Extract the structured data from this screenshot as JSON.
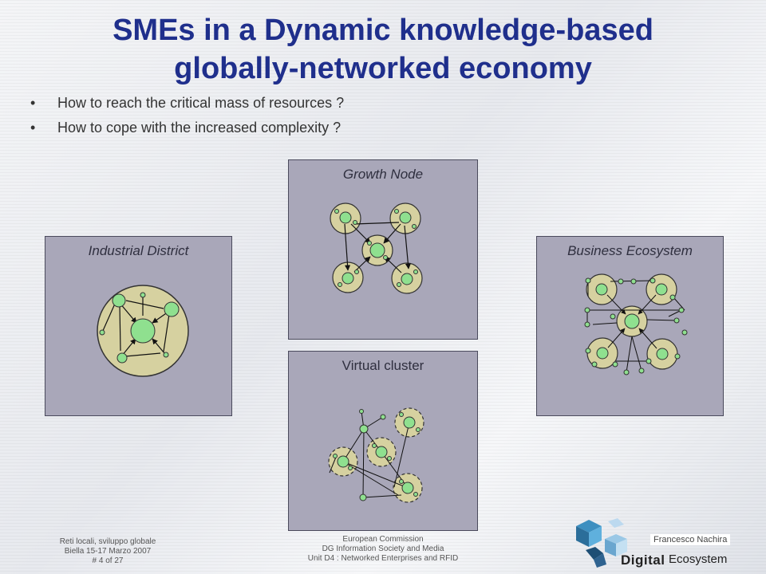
{
  "slide": {
    "title": "SMEs in a Dynamic knowledge-based globally-networked economy",
    "bullets": [
      {
        "marker": "•",
        "text": "How to reach the critical mass of resources ?"
      },
      {
        "marker": "•",
        "text": "How to cope with the increased complexity ?"
      }
    ]
  },
  "panels": {
    "industrial_district": {
      "title": "Industrial District"
    },
    "growth_node": {
      "title": "Growth Node"
    },
    "virtual_cluster": {
      "title": "Virtual cluster"
    },
    "business_ecosystem": {
      "title": "Business Ecosystem"
    }
  },
  "colors": {
    "title": "#1f2f8c",
    "panel_bg": "#a9a7b9",
    "cluster_fill": "#d6d1a0",
    "node_fill": "#8fe08f"
  },
  "footer": {
    "left": [
      "Reti locali, sviluppo globale",
      "Biella 15-17 Marzo 2007",
      "# 4 of 27"
    ],
    "center": [
      "European Commission",
      "DG Information Society and Media",
      "Unit D4 : Networked Enterprises and RFID"
    ],
    "author": "Francesco Nachira",
    "logo_word_1": "Digital",
    "logo_word_2": "Ecosystem"
  }
}
